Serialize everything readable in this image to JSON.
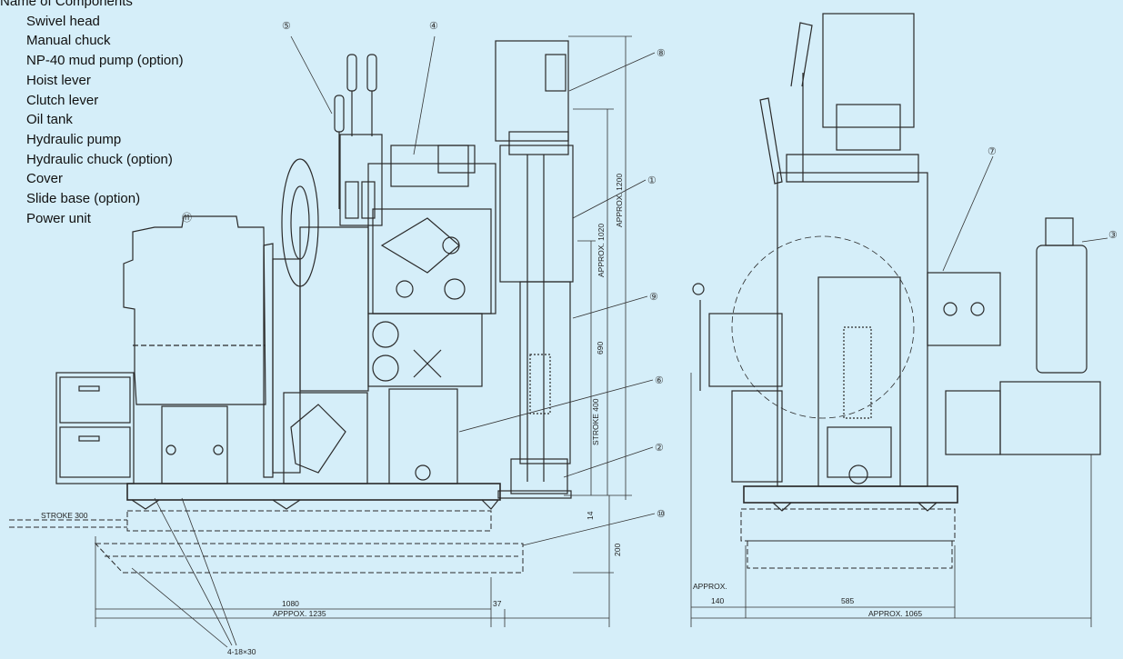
{
  "legend": {
    "title": "Name of Components",
    "items": [
      "Swivel head",
      "Manual chuck",
      "NP-40 mud pump (option)",
      "Hoist lever",
      "Clutch lever",
      "Oil tank",
      "Hydraulic pump",
      "Hydraulic chuck (option)",
      "Cover",
      "Slide base (option)",
      "Power unit"
    ]
  },
  "callouts": {
    "c1": "①",
    "c2": "②",
    "c3": "③",
    "c4": "④",
    "c5": "⑤",
    "c6": "⑥",
    "c7": "⑦",
    "c8": "⑧",
    "c9": "⑨",
    "c10": "⑩",
    "c11": "⑪"
  },
  "dimensions": {
    "stroke_300": "STROKE 300",
    "stroke_400": "STROKE 400",
    "d_1080": "1080",
    "d_37": "37",
    "d_1235": "APPPOX. 1235",
    "d_1020": "APPROX. 1020",
    "d_1200": "APPROX. 1200",
    "d_690": "690",
    "d_14": "14",
    "d_200": "200",
    "bolt": "4-18×30",
    "approx": "APPROX.",
    "d_140": "140",
    "d_585": "585",
    "d_1065": "APPROX. 1065"
  },
  "colors": {
    "background": "#d5eef9",
    "line": "#2a2a2a",
    "callout": "#444444"
  }
}
